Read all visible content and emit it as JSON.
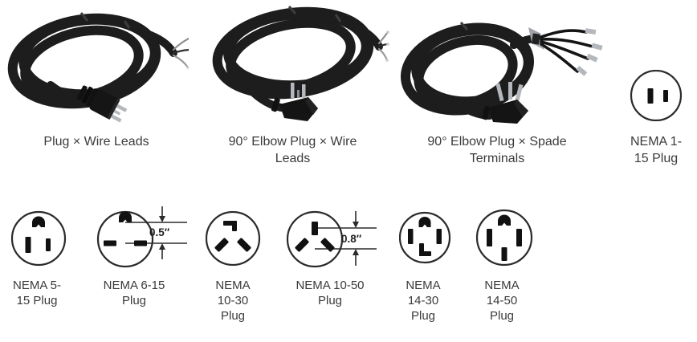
{
  "colors": {
    "background": "#ffffff",
    "caption_text": "#3b3b3b",
    "diagram_line": "#2b2b2b",
    "blade_fill": "#111111",
    "cable_black": "#1d1d1d",
    "metal_silver": "#b4b8bc"
  },
  "products": [
    {
      "caption": "Plug × Wire Leads"
    },
    {
      "caption": "90° Elbow Plug × Wire Leads"
    },
    {
      "caption": "90° Elbow Plug × Spade Terminals"
    }
  ],
  "plugs": [
    {
      "caption": "NEMA 1-15 Plug"
    },
    {
      "caption": "NEMA 5-15 Plug"
    },
    {
      "caption": "NEMA 6-15 Plug",
      "dimension": "0.5″"
    },
    {
      "caption": "NEMA 10-30 Plug"
    },
    {
      "caption": "NEMA 10-50 Plug",
      "dimension": "0.8″"
    },
    {
      "caption": "NEMA 14-30 Plug"
    },
    {
      "caption": "NEMA 14-50 Plug"
    }
  ]
}
